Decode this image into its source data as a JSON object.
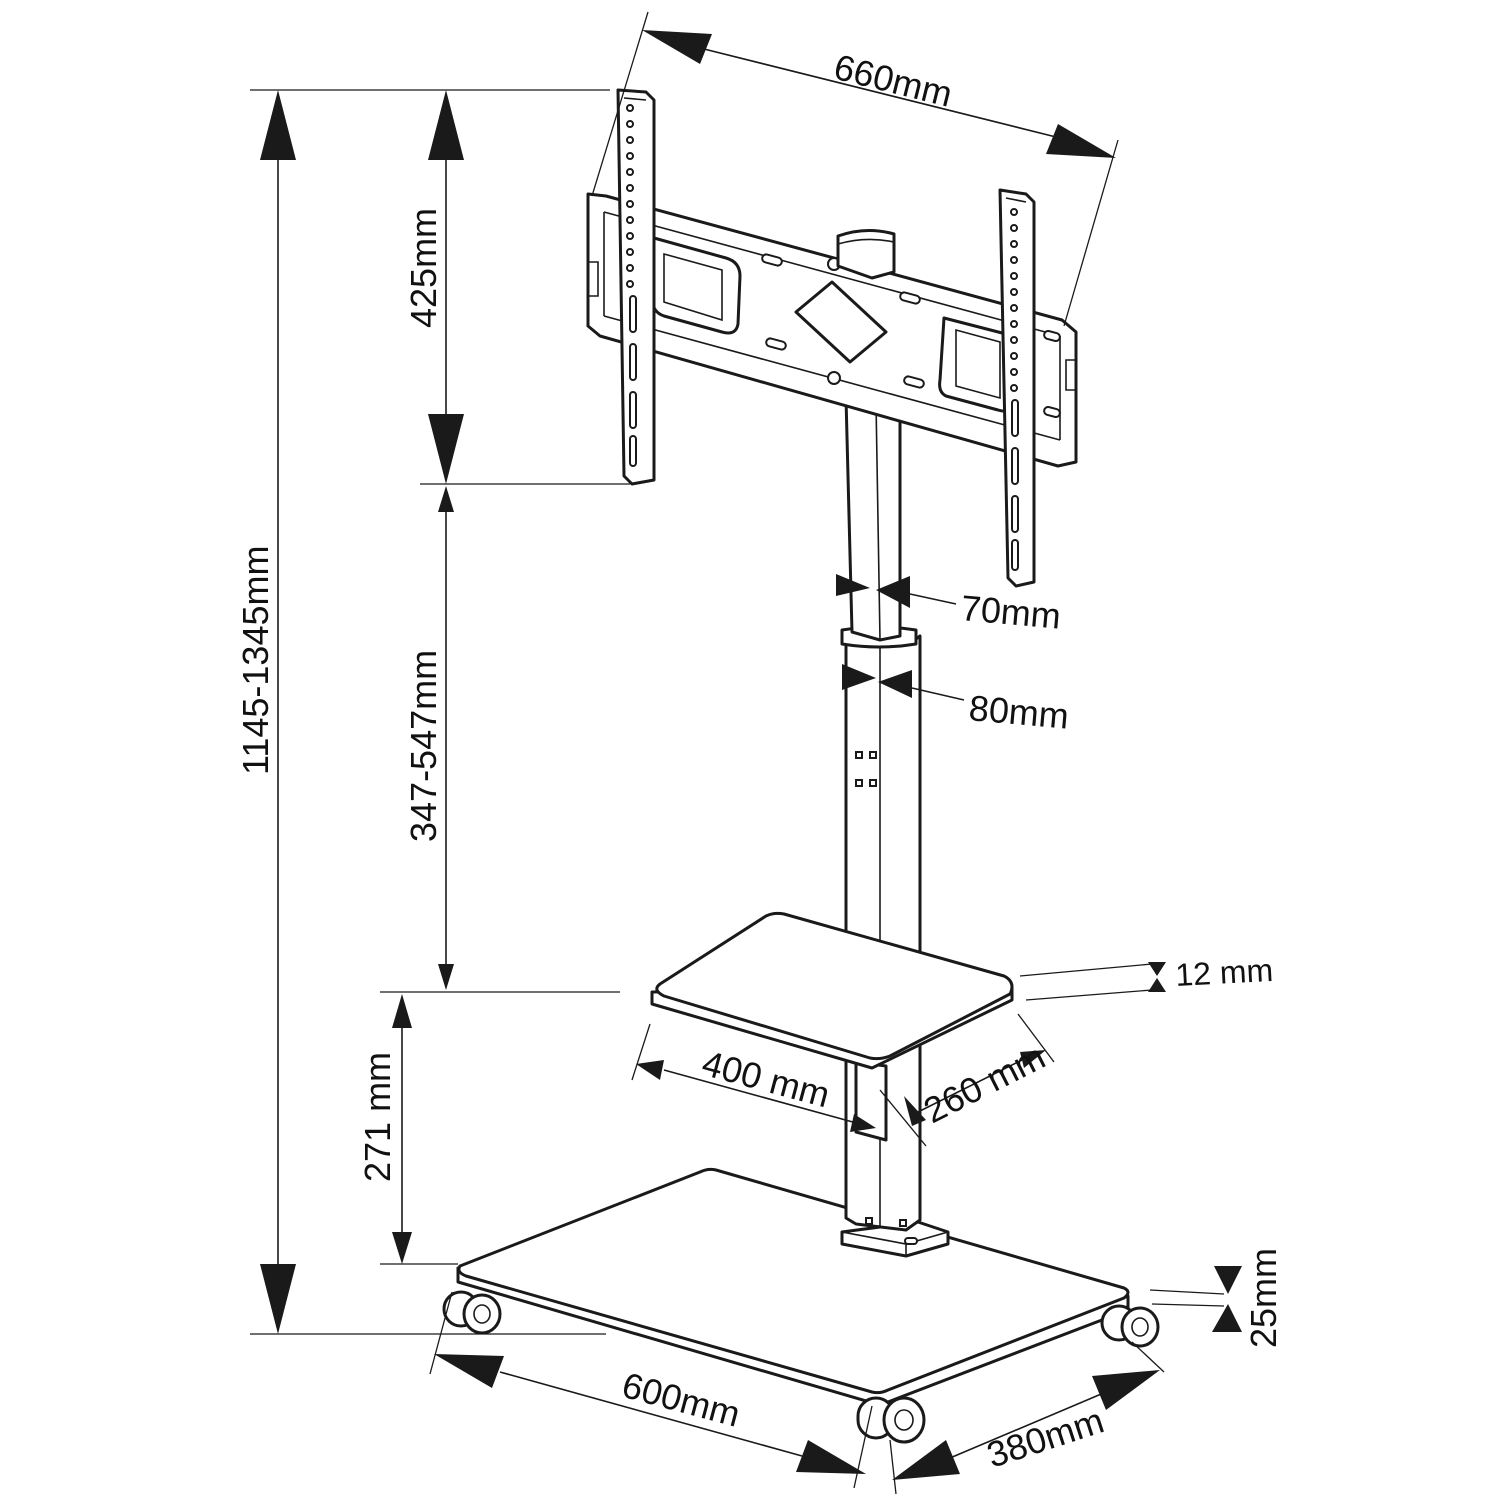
{
  "dimensions": {
    "total_height": "1145-1345mm",
    "bracket_height": "425mm",
    "pole_adjust": "347-547mm",
    "shelf_to_base": "271 mm",
    "bracket_width": "660mm",
    "upper_pole_width": "70mm",
    "lower_pole_width": "80mm",
    "shelf_thickness": "12 mm",
    "shelf_width": "400 mm",
    "shelf_depth": "260 mm",
    "base_thickness": "25mm",
    "base_width": "600mm",
    "base_depth": "380mm"
  }
}
